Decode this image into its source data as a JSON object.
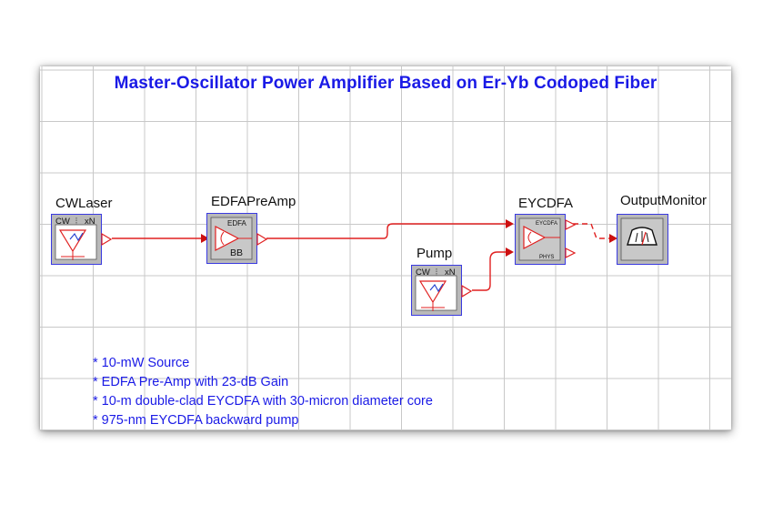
{
  "diagram": {
    "title": "Master-Oscillator Power Amplifier Based on Er-Yb Codoped Fiber",
    "components": {
      "cwlaser": {
        "label": "CWLaser",
        "icon_text": "CW",
        "icon_mult": "xN"
      },
      "edfa": {
        "label": "EDFAPreAmp",
        "icon_top": "EDFA",
        "icon_bottom": "BB"
      },
      "pump": {
        "label": "Pump",
        "icon_text": "CW",
        "icon_mult": "xN"
      },
      "eycdfa": {
        "label": "EYCDFA",
        "icon_top": "EYCDFA",
        "icon_bottom": "PHYS"
      },
      "monitor": {
        "label": "OutputMonitor"
      }
    },
    "notes": [
      "* 10-mW Source",
      "* EDFA Pre-Amp with 23-dB Gain",
      "* 10-m double-clad EYCDFA with 30-micron diameter core",
      "* 975-nm EYCDFA backward pump"
    ],
    "colors": {
      "title": "#1a1ae6",
      "wire": "#e02020",
      "border": "#3a3ae0",
      "grid": "#c8c8c8"
    }
  }
}
